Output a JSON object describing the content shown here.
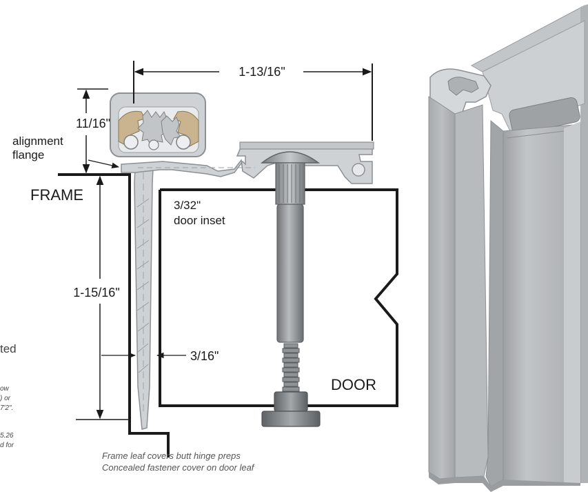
{
  "dimensions": {
    "top_width": "1-13/16\"",
    "flange_height": "11/16\"",
    "frame_leaf_length": "1-15/16\"",
    "leaf_thickness": "3/16\""
  },
  "labels": {
    "alignment_line1": "alignment",
    "alignment_line2": "flange",
    "frame": "FRAME",
    "inset_line1": "3/32\"",
    "inset_line2": "door inset",
    "door": "DOOR"
  },
  "caption": {
    "line1": "Frame leaf covers butt hinge preps",
    "line2": "Concealed fastener cover on door leaf"
  },
  "side_text": {
    "heading_fragment": "ted",
    "line1": "ow",
    "line2": ") or",
    "line3": "7'2\".",
    "line4": "5.26",
    "line5": "d for"
  },
  "colors": {
    "line": "#1a1a1a",
    "aluminum": "#c9ccce",
    "aluminum_dark": "#8c9093",
    "bearing": "#c9b48f",
    "fastener": "#8f9396",
    "profile": "#b3b6b9"
  }
}
